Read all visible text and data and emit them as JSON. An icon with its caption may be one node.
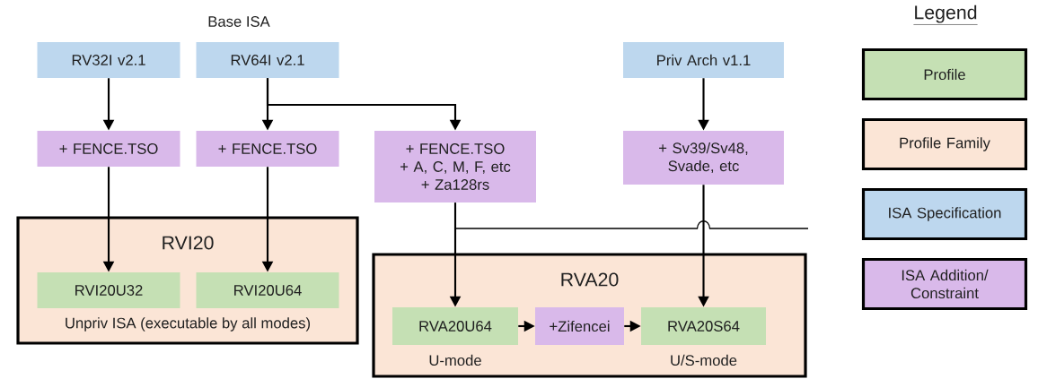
{
  "diagram": {
    "nodes": [
      {
        "text": [
          "RV32I v2.1"
        ]
      },
      {
        "text": [
          "RV64I v2.1"
        ]
      },
      {
        "text": [
          "Priv Arch v1.1"
        ]
      },
      {
        "text": [
          "+ FENCE.TSO"
        ]
      },
      {
        "text": [
          "+ FENCE.TSO"
        ]
      },
      {
        "text": [
          "+ FENCE.TSO",
          "+ A, C, M, F, etc",
          "+ Za128rs"
        ]
      },
      {
        "text": [
          "+ Sv39/Sv48, Svade, etc"
        ]
      },
      {
        "text": [
          "RVI20",
          "Unpriv ISA (executable by all modes)"
        ]
      },
      {
        "text": [
          "RVI20U32"
        ],
        "in": 7
      },
      {
        "text": [
          "RVI20U64"
        ],
        "in": 7
      },
      {
        "text": [
          "RVA20"
        ]
      },
      {
        "text": [
          "RVA20U64"
        ],
        "in": 10,
        "beside": [
          "U-mode"
        ]
      },
      {
        "text": [
          "+Zifencei"
        ],
        "in": 10
      },
      {
        "text": [
          "RVA20S64"
        ],
        "in": 10,
        "beside": [
          "U/S-mode"
        ]
      }
    ],
    "edges": [
      {
        "from": 0,
        "to": 3,
        "arrow": "to"
      },
      {
        "from": 1,
        "to": 4,
        "arrow": "to"
      },
      {
        "from": 1,
        "to": 5,
        "arrow": "to"
      },
      {
        "from": 2,
        "to": 6,
        "arrow": "to"
      },
      {
        "from": 3,
        "to": 8,
        "arrow": "to"
      },
      {
        "from": 4,
        "to": 9,
        "arrow": "to"
      },
      {
        "from": 5,
        "to": 11,
        "arrow": "to"
      },
      {
        "from": 5,
        "to": null,
        "arrow": "none"
      },
      {
        "from": 6,
        "to": 13,
        "arrow": "to"
      },
      {
        "from": 11,
        "to": 12,
        "arrow": "to"
      },
      {
        "from": 12,
        "to": 13,
        "arrow": "to"
      }
    ],
    "labels": [
      "Base ISA",
      "Legend"
    ],
    "legend": [
      {
        "text": "Profile",
        "color": "#c5e0b4"
      },
      {
        "text": "Profile Family",
        "color": "#fbe5d6"
      },
      {
        "text": "ISA Specification",
        "color": "#bdd7ee"
      },
      {
        "text": "ISA Addition/ Constraint",
        "color": "#d9b9ea"
      }
    ]
  }
}
